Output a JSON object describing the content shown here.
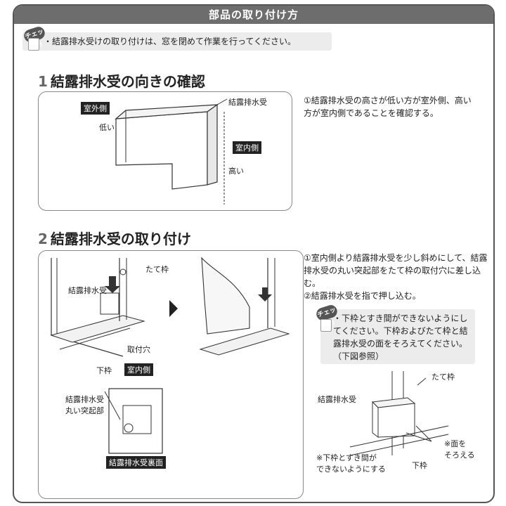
{
  "header": {
    "title": "部品の取り付け方"
  },
  "check_badge": "チェック!",
  "top_note": "・結露排水受けの取り付けは、窓を閉めて作業を行ってください。",
  "section1": {
    "num": "1",
    "title": "結露排水受の向きの確認",
    "labels": {
      "outdoor": "室外側",
      "tray": "結露排水受",
      "low": "低い",
      "indoor": "室内側",
      "high": "高い"
    },
    "instruction": "①結露排水受の高さが低い方が室外側、高い方が室内側であることを確認する。"
  },
  "section2": {
    "num": "2",
    "title": "結露排水受の取り付け",
    "labels": {
      "frame": "たて枠",
      "tray": "結露排水受",
      "hole": "取付穴",
      "bottom": "下枠",
      "indoor": "室内側",
      "bump": "結露排水受\n丸い突起部",
      "back": "結露排水受裏面"
    },
    "instructions": [
      "①室内側より結露排水受を少し斜めにして、結露排水受の丸い突起部をたて枠の取付穴に差し込む。",
      "②結露排水受を指で押し込む。"
    ],
    "check_note": "・下枠とすき間ができないようにしてください。下枠およびたて枠と結露排水受の面をそろえてください。（下図参照）",
    "detail_labels": {
      "frame": "たて枠",
      "tray": "結露排水受",
      "align": "※面を\nそろえる",
      "gap": "※下枠とすき間が\nできないようにする",
      "bottom": "下枠"
    }
  }
}
